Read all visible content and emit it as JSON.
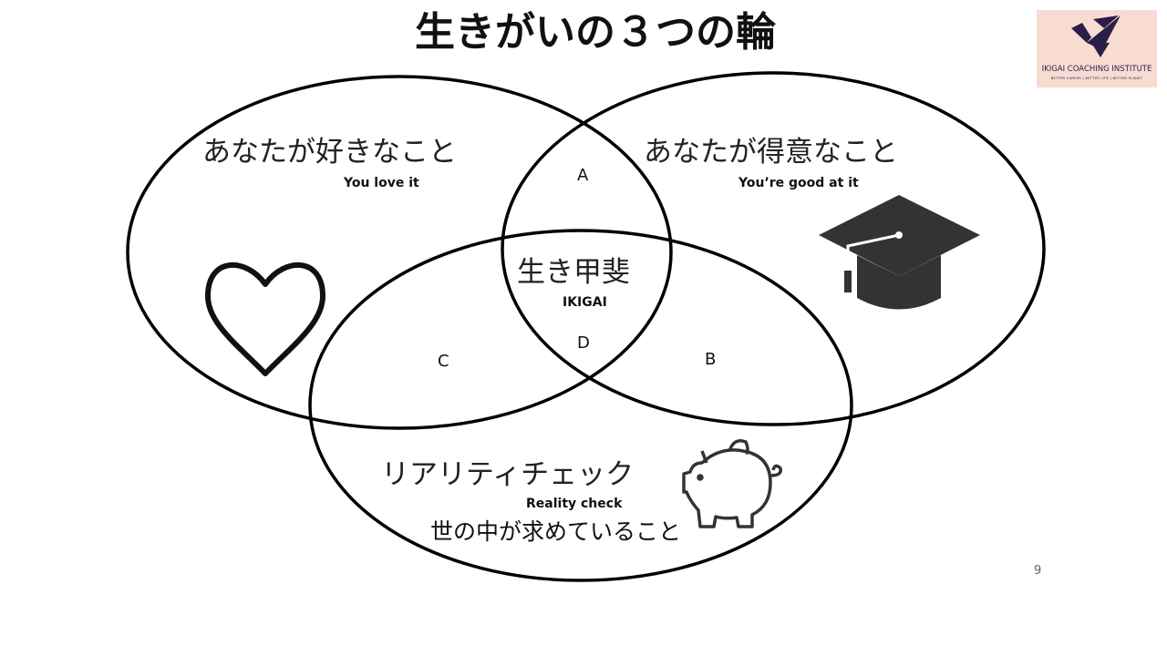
{
  "title": "生きがいの３つの輪",
  "logo": {
    "name": "IKIGAI COACHING INSTITUTE",
    "tagline": "BETTER CAREER | BETTER LIFE | BETTER PLANET",
    "background": "#f8dcd1",
    "color": "#2a1e48"
  },
  "circles": {
    "love": {
      "jp": "あなたが好きなこと",
      "en": "You love it",
      "icon": "heart-icon"
    },
    "good": {
      "jp": "あなたが得意なこと",
      "en": "You’re good at it",
      "icon": "graduation-cap-icon"
    },
    "reality": {
      "jp": "リアリティチェック",
      "en": "Reality check",
      "sub": "世の中が求めていること",
      "icon": "piggy-bank-icon"
    }
  },
  "center": {
    "jp": "生き甲斐",
    "en": "IKIGAI"
  },
  "regions": {
    "a": "A",
    "b": "B",
    "c": "C",
    "d": "D"
  },
  "page_number": "9"
}
